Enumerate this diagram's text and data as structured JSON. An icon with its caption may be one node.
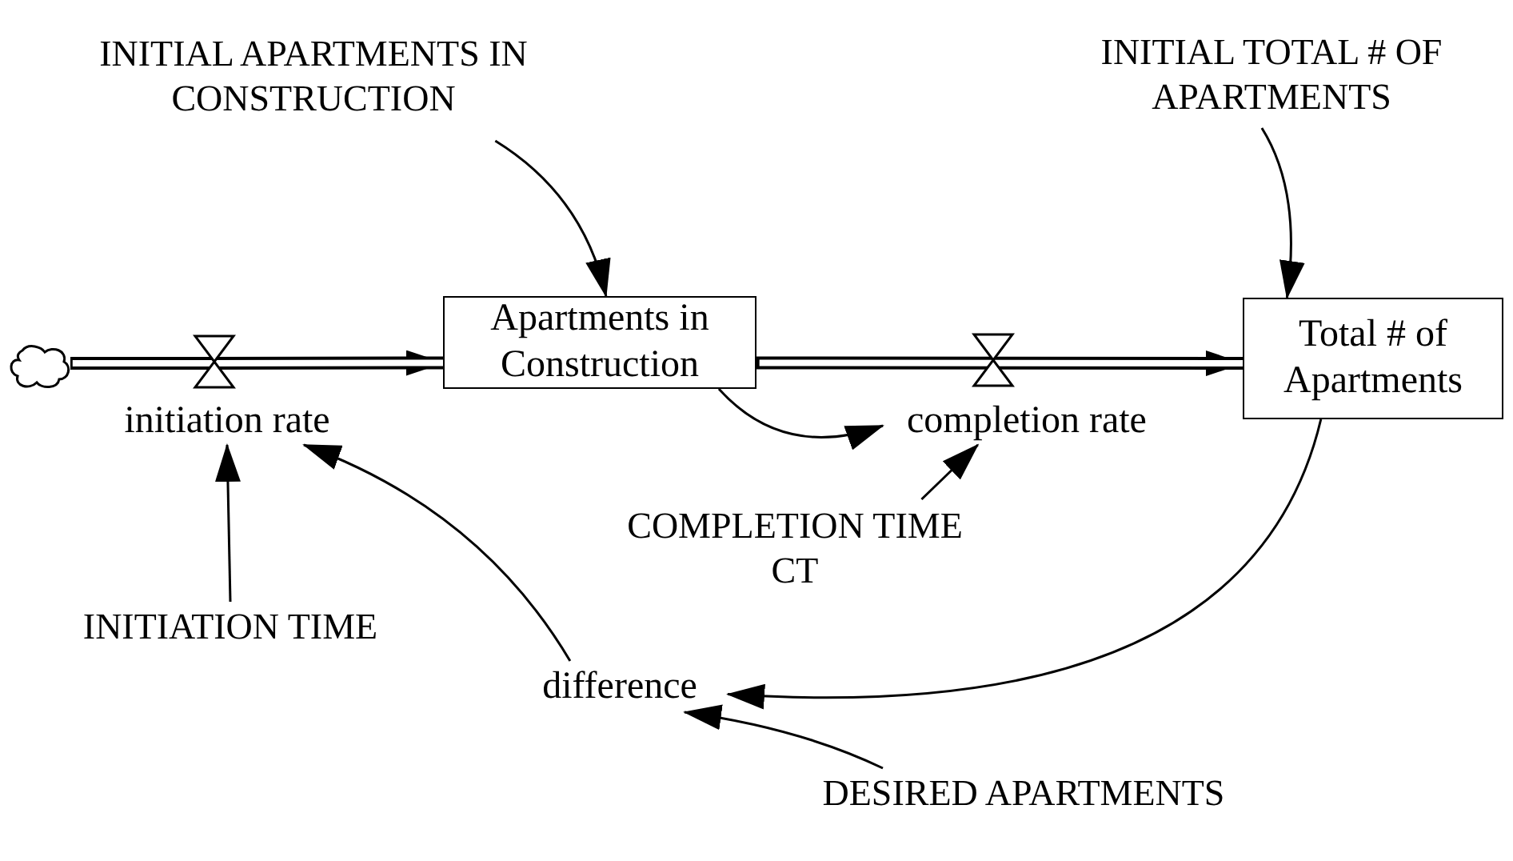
{
  "diagram": {
    "nodes": [
      {
        "text": [],
        "shape": "cloud"
      },
      {
        "text": [
          "initiation rate"
        ]
      },
      {
        "text": [
          "Apartments in Construction"
        ]
      },
      {
        "text": [
          "completion rate"
        ]
      },
      {
        "text": [
          "Total # of Apartments"
        ]
      },
      {
        "text": [
          "INITIAL APARTMENTS IN CONSTRUCTION"
        ]
      },
      {
        "text": [
          "INITIAL TOTAL # OF APARTMENTS"
        ]
      },
      {
        "text": [
          "COMPLETION TIME CT"
        ]
      },
      {
        "text": [
          "INITIATION TIME"
        ]
      },
      {
        "text": [
          "difference"
        ]
      },
      {
        "text": [
          "DESIRED APARTMENTS"
        ]
      }
    ],
    "edges": [
      {
        "from": 0,
        "to": 2,
        "arrow": "to",
        "style": "thick"
      },
      {
        "from": 2,
        "to": 4,
        "arrow": "to",
        "style": "thick"
      },
      {
        "from": 5,
        "to": 2,
        "arrow": "to"
      },
      {
        "from": 6,
        "to": 4,
        "arrow": "to"
      },
      {
        "from": 2,
        "to": 3,
        "arrow": "to"
      },
      {
        "from": 7,
        "to": 3,
        "arrow": "to"
      },
      {
        "from": 8,
        "to": 1,
        "arrow": "to"
      },
      {
        "from": 9,
        "to": 1,
        "arrow": "to"
      },
      {
        "from": 4,
        "to": 9,
        "arrow": "to"
      },
      {
        "from": 10,
        "to": 9,
        "arrow": "to"
      }
    ]
  }
}
